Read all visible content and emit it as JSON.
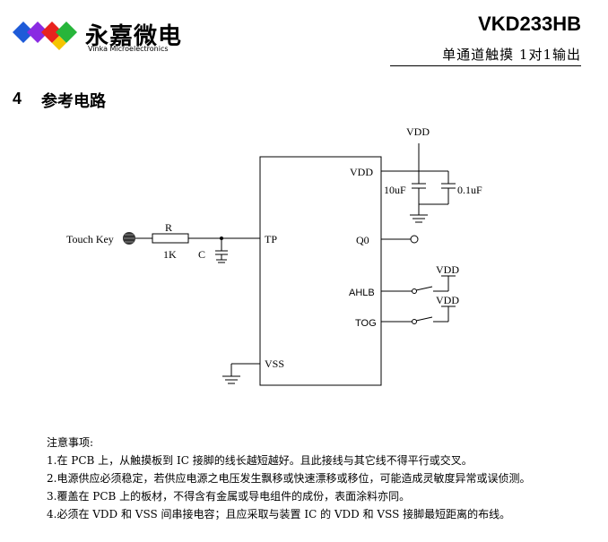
{
  "header": {
    "logo_cn": "永嘉微电",
    "logo_en": "Vinka Microelectronics",
    "part_number": "VKD233HB",
    "subtitle": "单通道触摸 1对1输出"
  },
  "section": {
    "number": "4",
    "title": "参考电路"
  },
  "circuit": {
    "vdd_top": "VDD",
    "pin_vdd": "VDD",
    "pin_tp": "TP",
    "pin_q0": "Q0",
    "pin_ahlb": "AHLB",
    "pin_tog": "TOG",
    "pin_vss": "VSS",
    "cap1": "10uF",
    "cap2": "0.1uF",
    "touch_key": "Touch Key",
    "resistor": "R",
    "resistor_value": "1K",
    "capacitor": "C",
    "vdd_switch1": "VDD",
    "vdd_switch2": "VDD"
  },
  "notes": {
    "heading": "注意事项:",
    "items": [
      "1.在 PCB 上，从触摸板到 IC 接脚的线长越短越好。且此接线与其它线不得平行或交叉。",
      "2.电源供应必须稳定，若供应电源之电压发生飘移或快速漂移或移位，可能造成灵敏度异常或误侦测。",
      "3.覆盖在 PCB 上的板材，不得含有金属或导电组件的成份，表面涂料亦同。",
      "4.必须在 VDD 和 VSS 间串接电容；且应采取与装置 IC 的 VDD 和 VSS 接脚最短距离的布线。"
    ]
  },
  "colors": {
    "diamond_blue": "#1e5bd8",
    "diamond_purple": "#8a2be2",
    "diamond_red": "#e8231e",
    "diamond_green": "#27b53a",
    "diamond_yellow": "#f5c400"
  }
}
